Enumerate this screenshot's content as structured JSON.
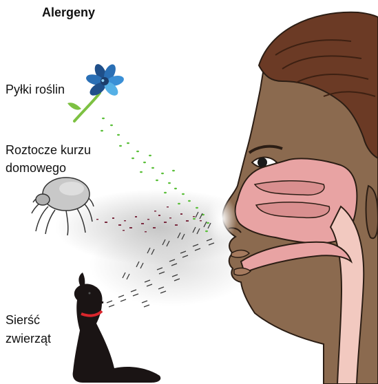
{
  "title": "Alergeny",
  "allergens": {
    "pollen": {
      "label": "Pyłki roślin",
      "icon": "flower-icon",
      "color": "#5bbf3a"
    },
    "mites": {
      "label_line1": "Roztocze kurzu",
      "label_line2": "domowego",
      "icon": "dust-mite-icon",
      "color": "#7a2a3f"
    },
    "dander": {
      "label_line1": "Sierść",
      "label_line2": "zwierząt",
      "icon": "dog-icon",
      "color": "#3a3a3a"
    }
  },
  "colors": {
    "skin": "#8b6a4f",
    "hair": "#6b3a25",
    "nasal_cavity": "#e8a3a3",
    "throat": "#f2c9c0",
    "dog_collar": "#d9262c"
  }
}
